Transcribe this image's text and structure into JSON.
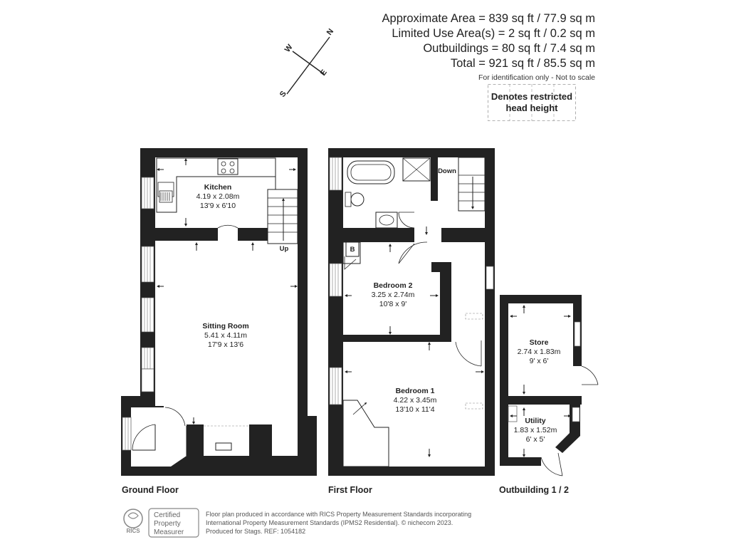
{
  "areas": {
    "approximate": "Approximate Area = 839 sq ft / 77.9 sq m",
    "limited_use": "Limited Use Area(s) = 2 sq ft / 0.2 sq m",
    "outbuildings": "Outbuildings = 80 sq ft / 7.4 sq m",
    "total": "Total = 921 sq ft / 85.5 sq m",
    "note": "For identification only - Not to scale"
  },
  "legend": {
    "restricted_line1": "Denotes restricted",
    "restricted_line2": "head height"
  },
  "compass": {
    "n": "N",
    "e": "E",
    "s": "S",
    "w": "W"
  },
  "rooms": {
    "kitchen": {
      "name": "Kitchen",
      "metric": "4.19 x 2.08m",
      "imperial": "13'9 x 6'10"
    },
    "sitting": {
      "name": "Sitting Room",
      "metric": "5.41 x 4.11m",
      "imperial": "17'9 x 13'6"
    },
    "bedroom2": {
      "name": "Bedroom 2",
      "metric": "3.25 x 2.74m",
      "imperial": "10'8 x 9'"
    },
    "bedroom1": {
      "name": "Bedroom 1",
      "metric": "4.22 x 3.45m",
      "imperial": "13'10 x 11'4"
    },
    "store": {
      "name": "Store",
      "metric": "2.74 x 1.83m",
      "imperial": "9' x 6'"
    },
    "utility": {
      "name": "Utility",
      "metric": "1.83 x 1.52m",
      "imperial": "6' x 5'"
    }
  },
  "stairs": {
    "up": "Up",
    "down": "Down"
  },
  "boiler": "B",
  "floors": {
    "ground": "Ground Floor",
    "first": "First Floor",
    "outbuilding": "Outbuilding 1 / 2"
  },
  "rics": {
    "logo_text": "RICS",
    "badge_line1": "Certified",
    "badge_line2": "Property",
    "badge_line3": "Measurer",
    "footer_line1": "Floor plan produced in accordance with RICS Property Measurement Standards incorporating",
    "footer_line2": "International Property Measurement Standards (IPMS2 Residential).   © nichecom 2023.",
    "footer_line3": "Produced for Stags.   REF:  1054182"
  }
}
